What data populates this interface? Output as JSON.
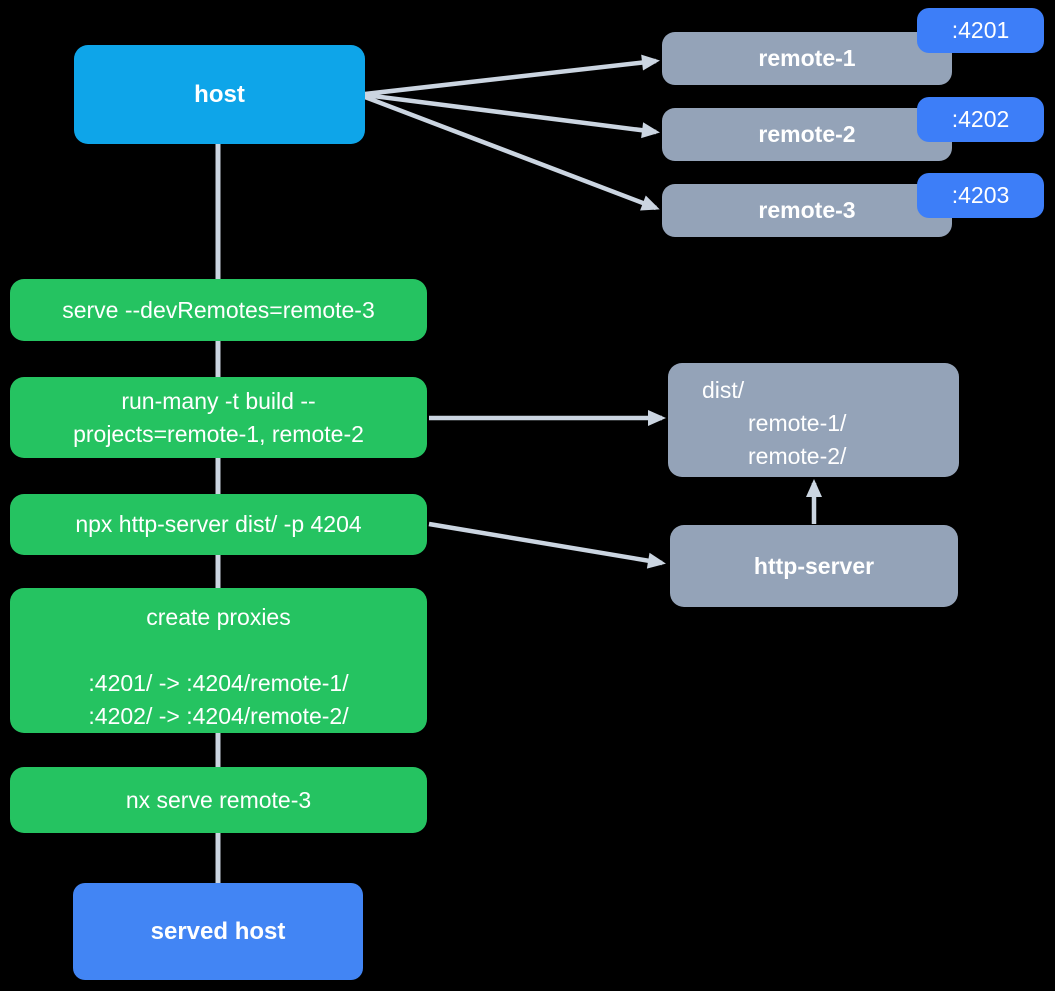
{
  "colors": {
    "background": "#000000",
    "host_blue": "#0ea5e9",
    "action_green": "#25c361",
    "node_gray": "#94a3b8",
    "port_blue": "#3d7ef8",
    "served_blue": "#4285f4",
    "connector_gray": "#cbd5e1",
    "text": "#ffffff"
  },
  "host": {
    "label": "host"
  },
  "remotes": [
    {
      "label": "remote-1",
      "port": ":4201"
    },
    {
      "label": "remote-2",
      "port": ":4202"
    },
    {
      "label": "remote-3",
      "port": ":4203"
    }
  ],
  "steps": {
    "serve": {
      "label": "serve --devRemotes=remote-3"
    },
    "run_many": {
      "line1": "run-many -t build --",
      "line2": "projects=remote-1, remote-2"
    },
    "http_server_cmd": {
      "label": "npx http-server dist/ -p 4204"
    },
    "create_proxies": {
      "title": "create proxies",
      "line1": ":4201/ -> :4204/remote-1/",
      "line2": ":4202/ -> :4204/remote-2/"
    },
    "nx_serve": {
      "label": "nx serve remote-3"
    }
  },
  "dist": {
    "line1": "dist/",
    "line2": "remote-1/",
    "line3": "remote-2/"
  },
  "http_server": {
    "label": "http-server"
  },
  "served_host": {
    "label": "served host"
  }
}
